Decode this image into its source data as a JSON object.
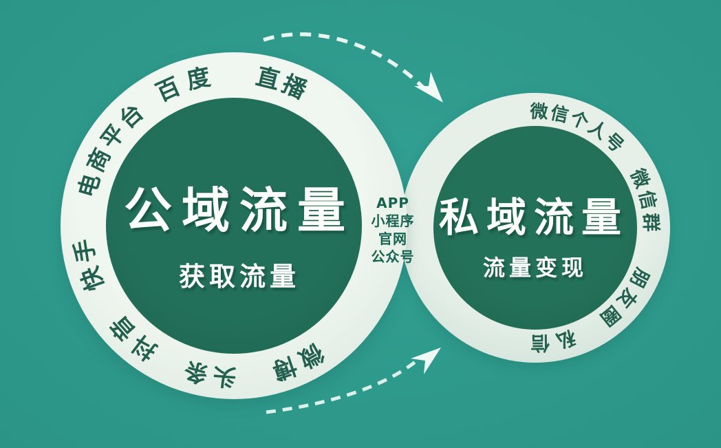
{
  "diagram": {
    "left_circle": {
      "title": "公域流量",
      "subtitle": "获取流量",
      "ring_labels": {
        "baidu": "百度",
        "zhibo": "直播",
        "ecommerce": "电商平台",
        "kuaishou": "快手",
        "douyin": "抖音",
        "toutiao": "头条",
        "weibo": "微博"
      }
    },
    "right_circle": {
      "title": "私域流量",
      "subtitle": "流量变现",
      "ring_labels": {
        "wechat_personal": "微信个人号",
        "wechat_group": "微信群",
        "moments": "朋友圈",
        "private_message": "私信"
      }
    },
    "bridge_channels": {
      "app": "APP",
      "mini_program": "小程序",
      "official_site": "官网",
      "official_account": "公众号"
    },
    "colors": {
      "background": "#2F9B8D",
      "ring": "#E8F2EB",
      "inner_circle": "#1F6A55",
      "ring_label_text": "#235F4E",
      "headline_text": "#FFFFFF",
      "bridge_text": "#176350",
      "arrow": "#E9F6F0"
    }
  }
}
